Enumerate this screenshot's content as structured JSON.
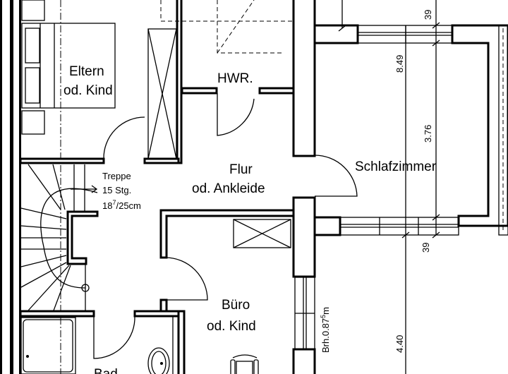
{
  "rooms": {
    "eltern_line1": "Eltern",
    "eltern_line2": "od. Kind",
    "hwr": "HWR.",
    "flur_line1": "Flur",
    "flur_line2": "od. Ankleide",
    "schlafzimmer": "Schlafzimmer",
    "buero_line1": "Büro",
    "buero_line2": "od. Kind",
    "bad": "Bad"
  },
  "stair": {
    "label": "Treppe",
    "steps": "15 Stg.",
    "rise_base": "18",
    "rise_sup": "7",
    "rise_rest": "/25cm"
  },
  "dimensions": {
    "top_reveal": "39",
    "bottom_reveal": "39",
    "overall": "8.49",
    "room_depth": "3.76",
    "lower": "4.40",
    "sill_base": "Brh.0.87",
    "sill_sup": "5",
    "sill_unit": "m"
  },
  "colors": {
    "line": "#000000",
    "background": "#ffffff"
  }
}
